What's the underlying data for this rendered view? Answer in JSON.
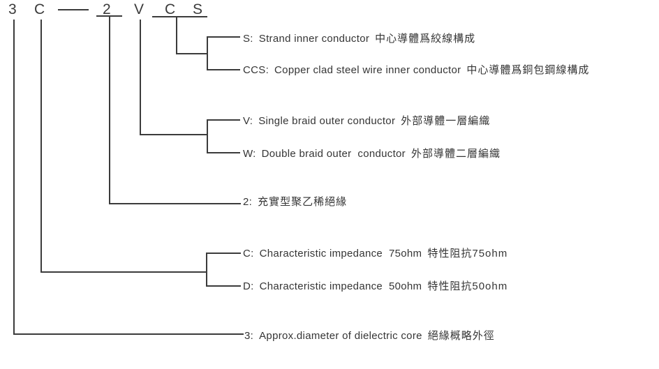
{
  "colors": {
    "ink": "#3b3b3b",
    "background": "#ffffff"
  },
  "header": {
    "codes": [
      {
        "label": "3"
      },
      {
        "label": "C"
      },
      {
        "label": "2"
      },
      {
        "label": "V"
      },
      {
        "label": "C"
      },
      {
        "label": "S"
      }
    ]
  },
  "legend": {
    "rows": [
      {
        "code": "S:",
        "en": "Strand inner conductor",
        "zh": "中心導體爲絞線構成"
      },
      {
        "code": "CCS:",
        "en": "Copper clad steel wire inner conductor",
        "zh": "中心導體爲銅包鋼線構成"
      },
      {
        "code": "V:",
        "en": "Single braid outer conductor",
        "zh": "外部導體一層編織"
      },
      {
        "code": "W:",
        "en": "Double braid outer  conductor",
        "zh": "外部導體二層編織"
      },
      {
        "code": "2:",
        "en": "",
        "zh": "充實型聚乙稀絕緣"
      },
      {
        "code": "C:",
        "en": "Characteristic impedance  75ohm",
        "zh": "特性阻抗75ohm"
      },
      {
        "code": "D:",
        "en": "Characteristic impedance  50ohm",
        "zh": "特性阻抗50ohm"
      },
      {
        "code": "3:",
        "en": "Approx.diameter of dielectric core",
        "zh": "絕緣概略外徑"
      }
    ]
  }
}
